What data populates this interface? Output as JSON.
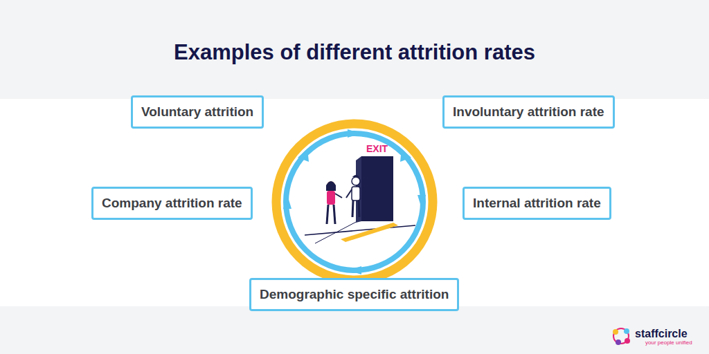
{
  "diagram": {
    "title": "Examples of different attrition rates",
    "nodes": [
      {
        "text": [
          "Voluntary attrition"
        ]
      },
      {
        "text": [
          "Involuntary attrition rate"
        ]
      },
      {
        "text": [
          "Company attrition rate"
        ]
      },
      {
        "text": [
          "Internal attrition rate"
        ]
      },
      {
        "text": [
          "Demographic specific attrition"
        ]
      }
    ],
    "labels": [
      "EXIT",
      "staffcircle",
      "your people unified"
    ]
  }
}
